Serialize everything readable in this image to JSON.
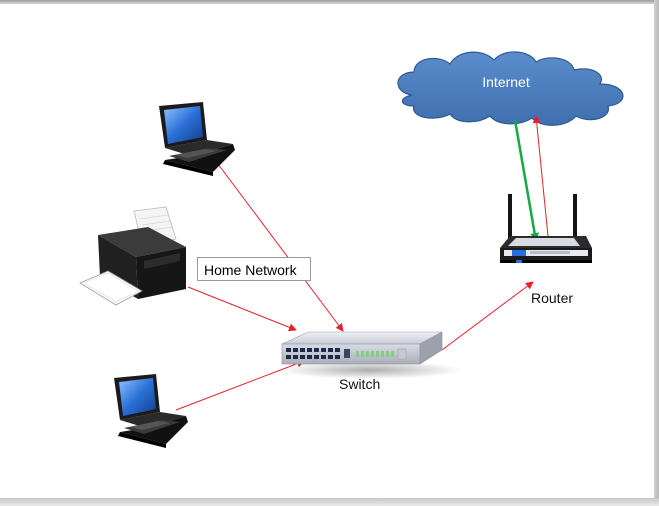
{
  "nodes": {
    "internet": {
      "label": "Internet",
      "color": "#4f81bd"
    },
    "router": {
      "label": "Router"
    },
    "switch": {
      "label": "Switch"
    },
    "callout": {
      "label": "Home Network"
    }
  },
  "colors": {
    "link_red": "#e8202a",
    "link_green": "#16a843",
    "screen_blue": "#2a6fd6"
  },
  "icons": [
    "laptop-icon",
    "printer-icon",
    "switch-icon",
    "router-icon",
    "cloud-icon"
  ]
}
